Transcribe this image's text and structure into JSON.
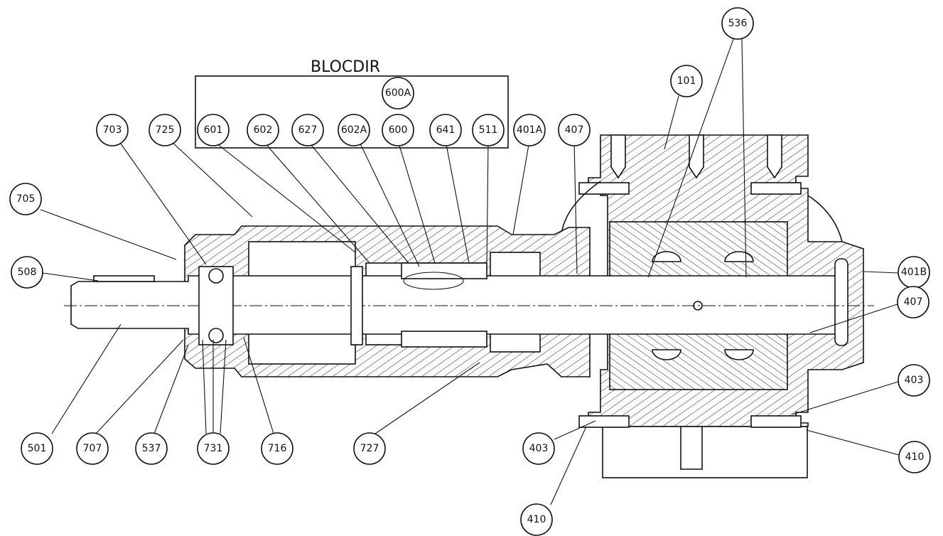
{
  "title": "BLOCDIR",
  "group_label": "600A",
  "callouts": {
    "c703": "703",
    "c725": "725",
    "c601": "601",
    "c602": "602",
    "c627": "627",
    "c602A": "602A",
    "c600": "600",
    "c641": "641",
    "c511": "511",
    "c401A": "401A",
    "c407_top": "407",
    "c101": "101",
    "c536": "536",
    "c705": "705",
    "c508": "508",
    "c401B": "401B",
    "c407_right": "407",
    "c403_right": "403",
    "c410_right": "410",
    "c501": "501",
    "c707": "707",
    "c537": "537",
    "c731": "731",
    "c716": "716",
    "c727": "727",
    "c403_left": "403",
    "c410_bottom": "410"
  }
}
